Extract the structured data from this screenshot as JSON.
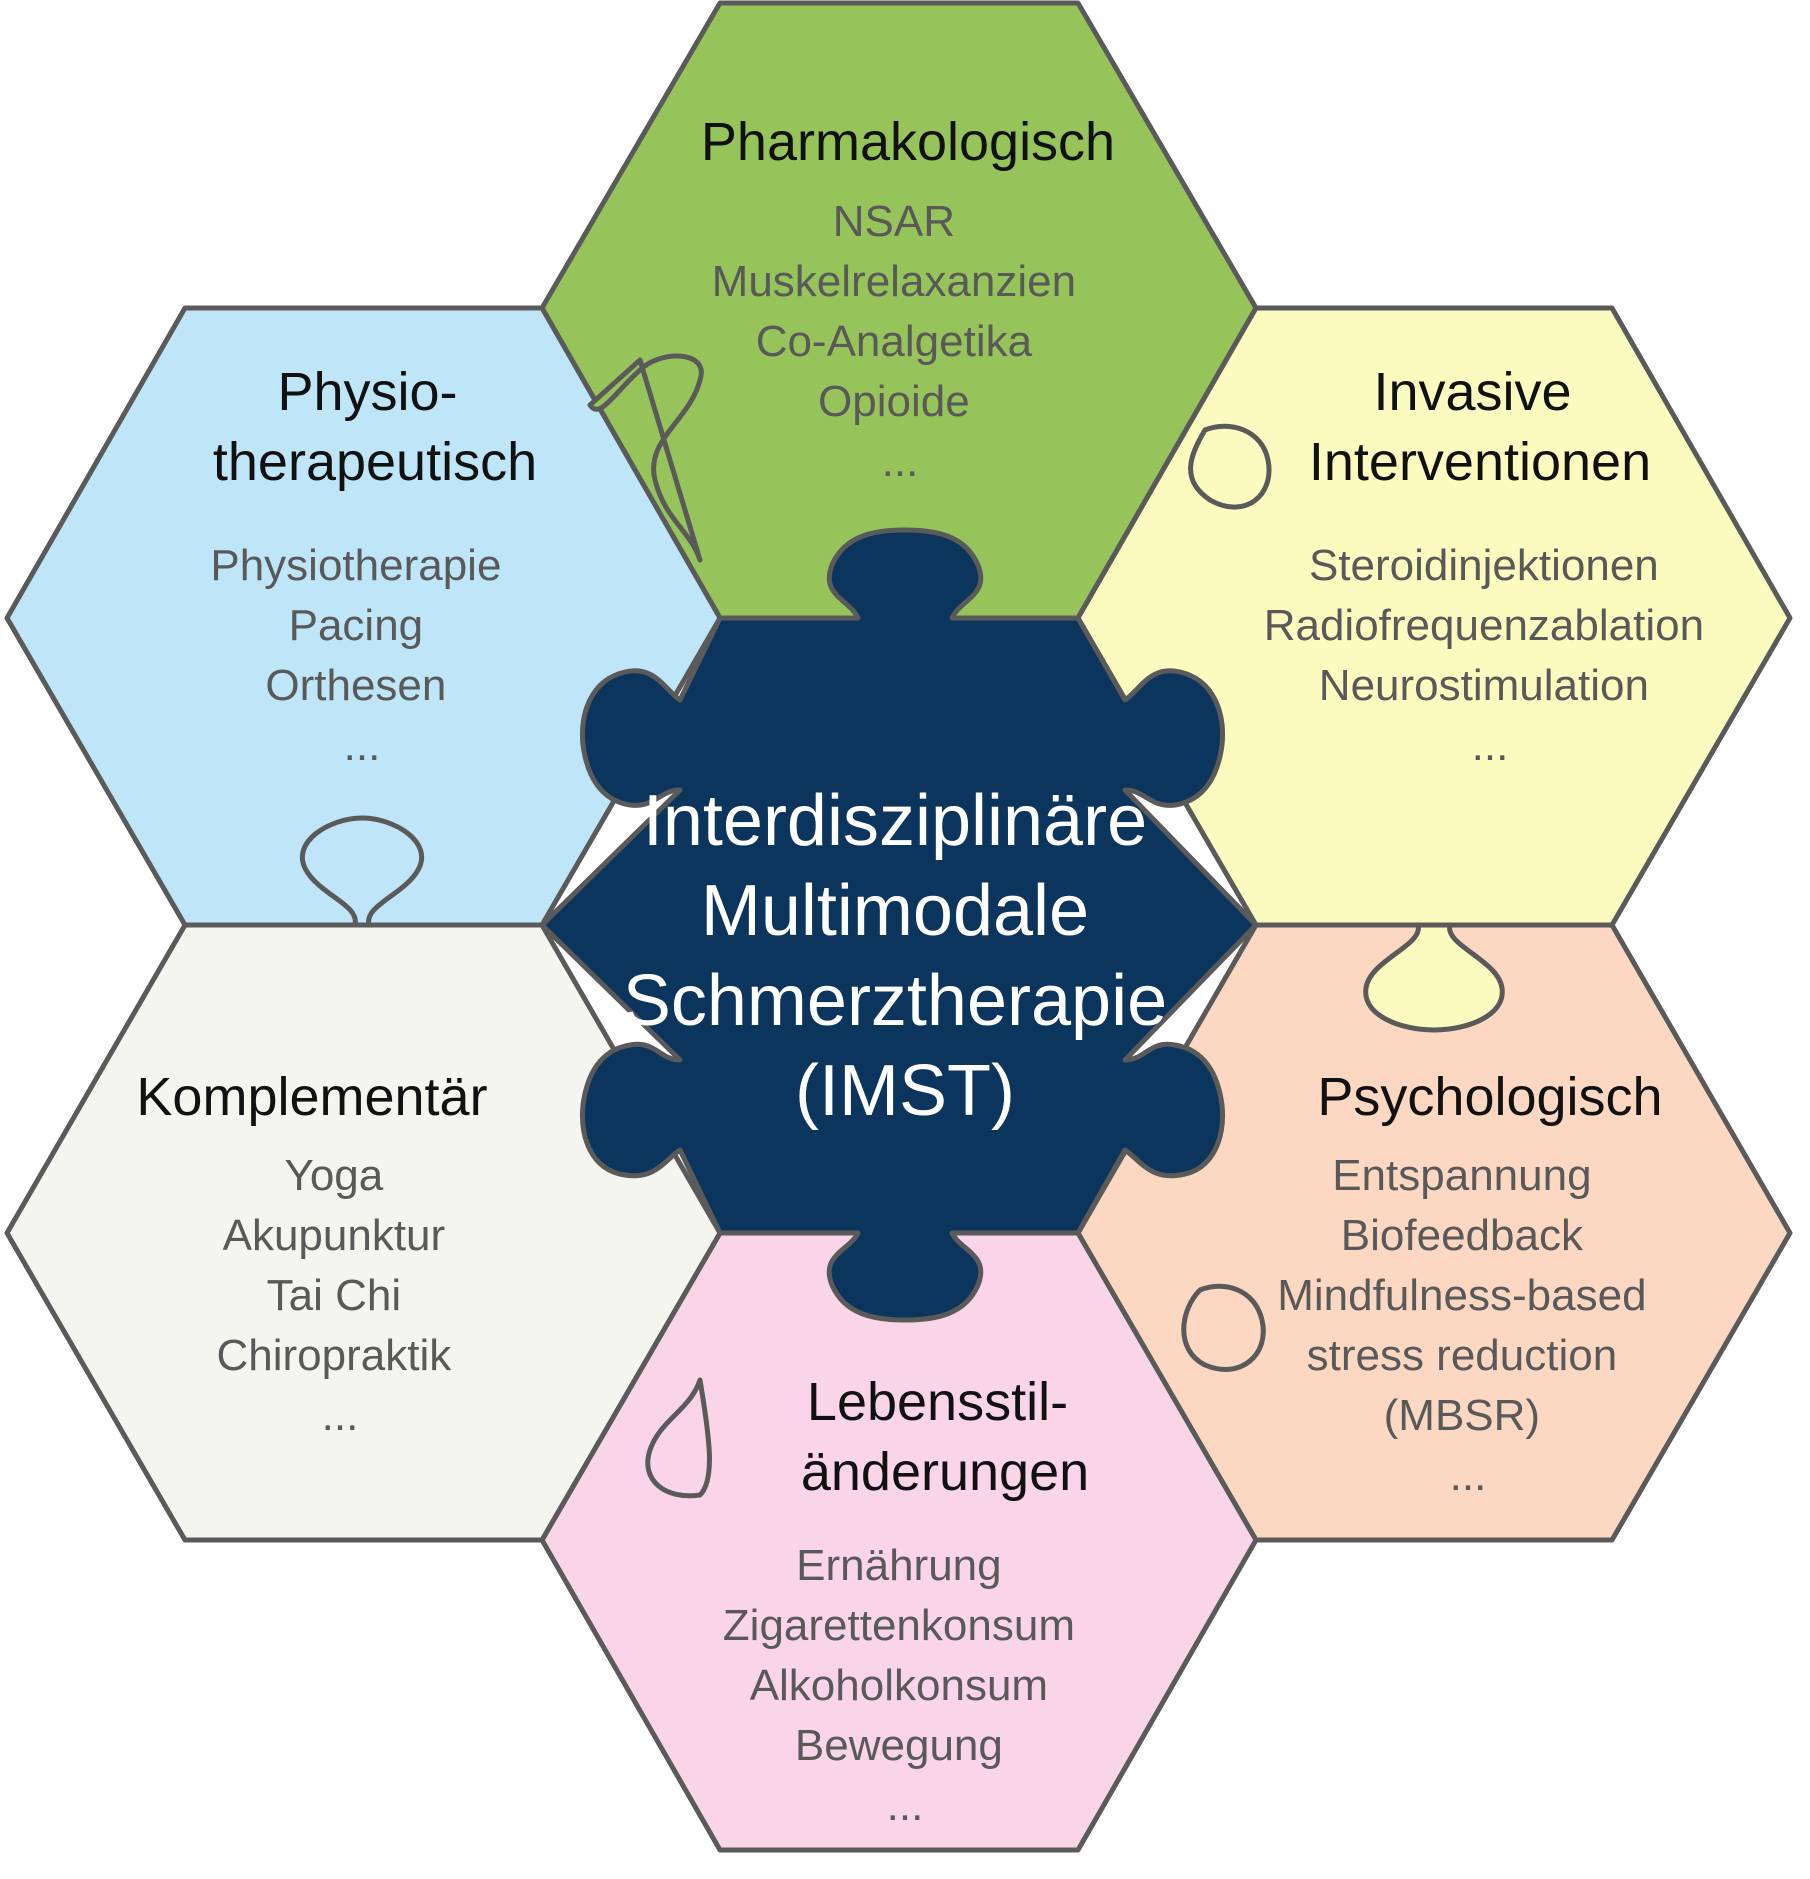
{
  "center": {
    "lines": [
      "Interdisziplinäre",
      "Multimodale",
      "Schmerztherapie",
      "(IMST)"
    ],
    "color": "#0c355e"
  },
  "pieces": [
    {
      "id": "pharmakologisch",
      "title": [
        "Pharmakologisch"
      ],
      "items": [
        "NSAR",
        "Muskelrelaxanzien",
        "Co-Analgetika",
        "Opioide",
        "..."
      ],
      "color": "#97c45a"
    },
    {
      "id": "invasive",
      "title": [
        "Invasive",
        "Interventionen"
      ],
      "items": [
        "Steroidinjektionen",
        "Radiofrequenzablation",
        "Neurostimulation",
        "..."
      ],
      "color": "#fbfbc0"
    },
    {
      "id": "psychologisch",
      "title": [
        "Psychologisch"
      ],
      "items": [
        "Entspannung",
        "Biofeedback",
        "Mindfulness-based",
        "stress reduction",
        "(MBSR)",
        "..."
      ],
      "color": "#fcd8c2"
    },
    {
      "id": "lebensstil",
      "title": [
        "Lebensstil-",
        "änderungen"
      ],
      "items": [
        "Ernährung",
        "Zigarettenkonsum",
        "Alkoholkonsum",
        "Bewegung",
        "..."
      ],
      "color": "#fad5e7"
    },
    {
      "id": "komplementaer",
      "title": [
        "Komplementär"
      ],
      "items": [
        "Yoga",
        "Akupunktur",
        "Tai Chi",
        "Chiropraktik",
        "..."
      ],
      "color": "#f3f5ee"
    },
    {
      "id": "physio",
      "title": [
        "Physio-",
        "therapeutisch"
      ],
      "items": [
        "Physiotherapie",
        "Pacing",
        "Orthesen",
        "..."
      ],
      "color": "#bee6f8"
    }
  ],
  "stroke_color": "#5a5a5a"
}
